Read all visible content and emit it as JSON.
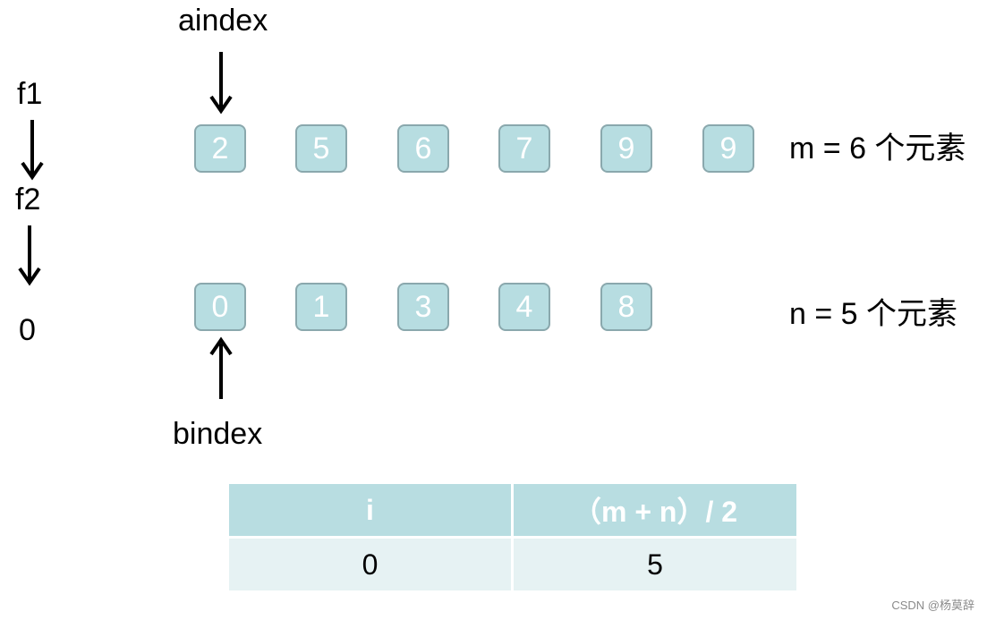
{
  "pointers": {
    "aindex": "aindex",
    "bindex": "bindex",
    "f1": "f1",
    "f2": "f2",
    "zero": "0"
  },
  "array_a": {
    "values": [
      "2",
      "5",
      "6",
      "7",
      "9",
      "9"
    ],
    "caption": "m = 6 个元素"
  },
  "array_b": {
    "values": [
      "0",
      "1",
      "3",
      "4",
      "8"
    ],
    "caption": "n = 5 个元素"
  },
  "table": {
    "headers": [
      "i",
      "（m + n）/ 2"
    ],
    "row": [
      "0",
      "5"
    ]
  },
  "watermark": "CSDN @杨莫辞",
  "colors": {
    "cell_fill": "#b7dde1",
    "cell_border": "#8aa8ad",
    "header_fill": "#b8dde1",
    "row_fill": "#e6f2f3"
  }
}
